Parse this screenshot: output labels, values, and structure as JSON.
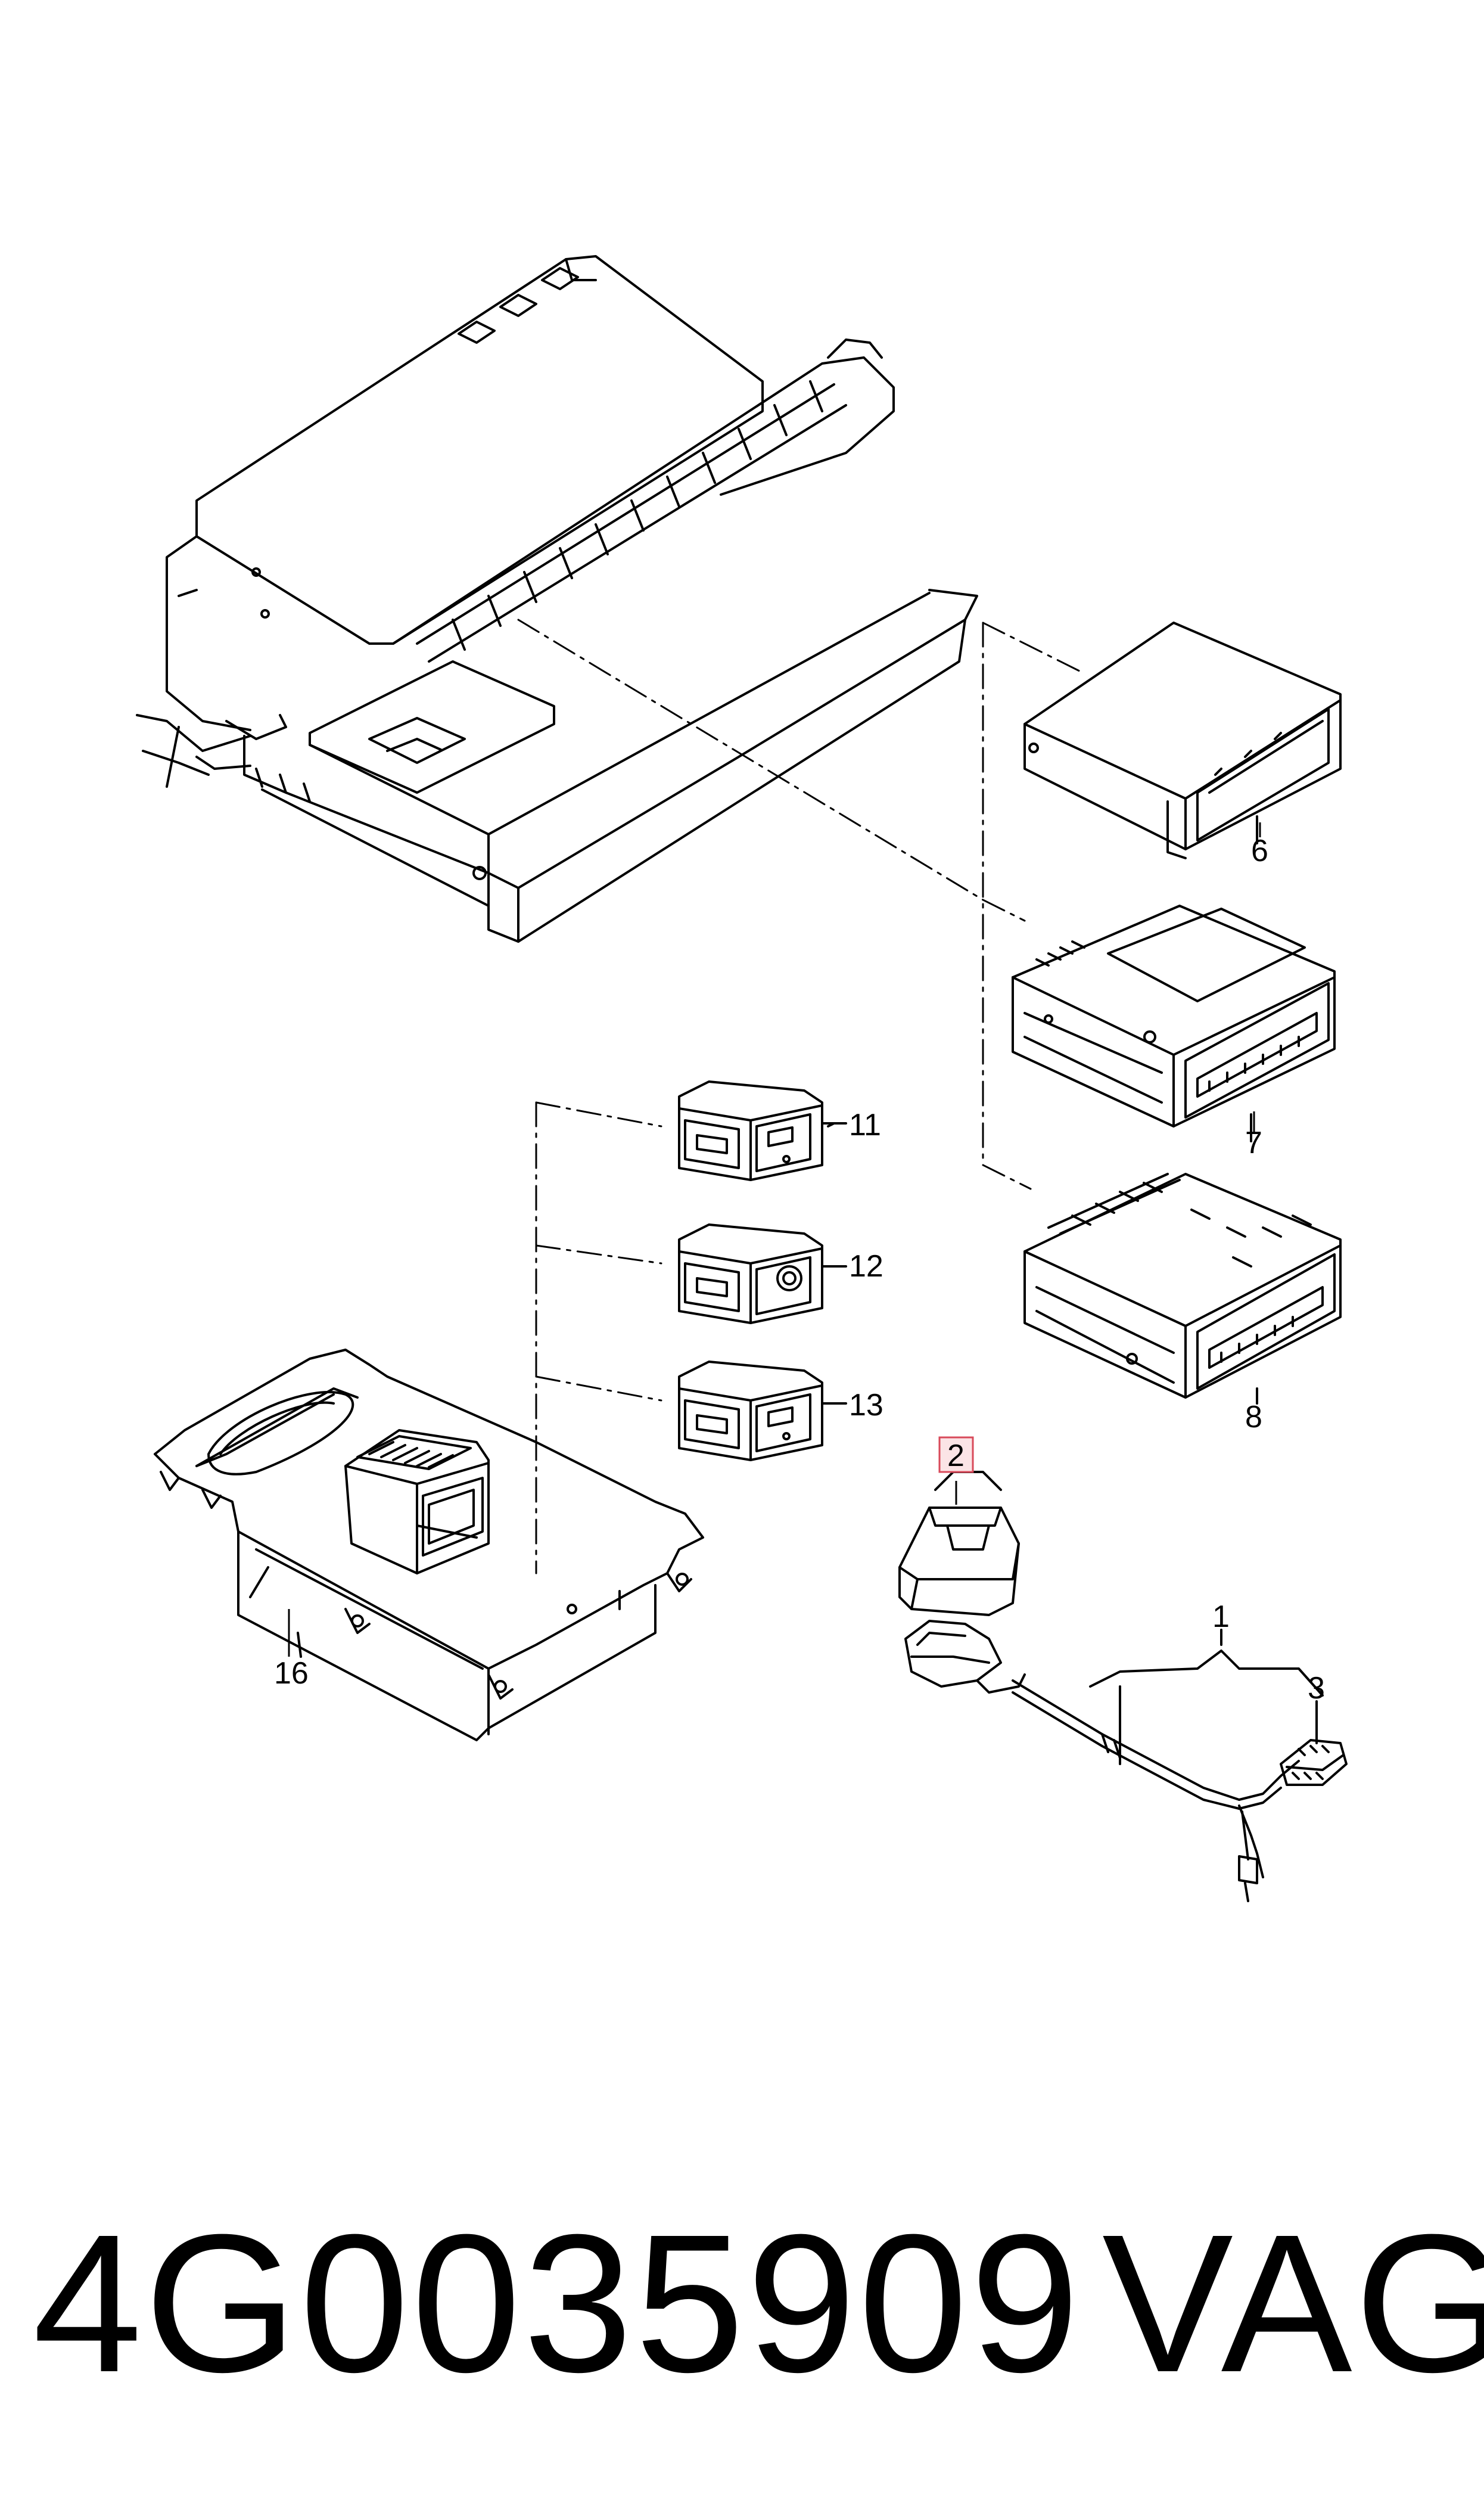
{
  "callouts": {
    "c1": "1",
    "c2": "2",
    "c3": "3",
    "c6": "6",
    "c7": "7",
    "c8": "8",
    "c11": "11",
    "c12": "12",
    "c13": "13",
    "c16": "16"
  },
  "highlighted_callout": "2",
  "colors": {
    "line": "#000000",
    "highlight_box": "#d84a5a",
    "highlight_fill": "#fbe4e6"
  },
  "footer": {
    "part_number": "4G0035909",
    "brand": "VAG"
  }
}
